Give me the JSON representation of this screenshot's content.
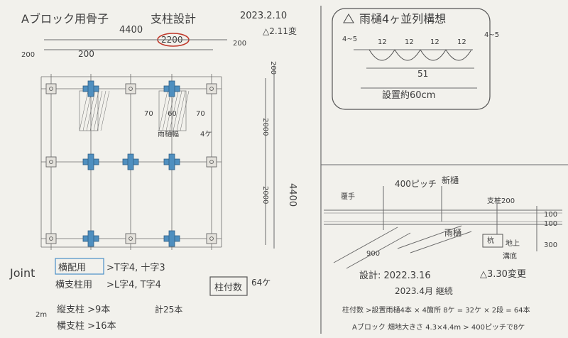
{
  "plan": {
    "title": "Aブロック用骨子",
    "subtitle": "支柱設計",
    "date1": "2023.2.10",
    "date2": "△2.11変",
    "dim_total_width": "4400",
    "dim_right_half": "2200",
    "dim_left_margin": "200",
    "dim_left_bay": "200",
    "dim_right_margin": "200",
    "dim_total_height": "4400",
    "dim_upper_bay": "2000",
    "dim_lower_bay": "2000",
    "dim_side_200": "200",
    "dim_gap_left": "70",
    "dim_gap_center": "60",
    "dim_gap_right": "70",
    "rain_gutter_label": "雨樋幅",
    "rain_gutter_num": "4ケ",
    "post_count_box": "柱付数",
    "post_count_value": "64ケ"
  },
  "joint": {
    "heading": "Joint",
    "line1_label": "横配用",
    "line1_value": ">T字4, 十字3",
    "line2_label": "横支柱用",
    "line2_value": ">L字4, T字4",
    "parts_label": "2m",
    "parts_line1": "縦支柱 >9本",
    "parts_total": "計25本",
    "parts_line2": "横支柱 >16本"
  },
  "gutter": {
    "title": "雨樋4ヶ並列構想",
    "side_left": "4~5",
    "side_right": "4~5",
    "unit_w": [
      "12",
      "12",
      "12",
      "12"
    ],
    "inner_total": "51",
    "outer_total": "設置約60cm"
  },
  "section": {
    "pitch": "400ピッチ",
    "post_label": "新樋",
    "post_left": "覆手",
    "gutter_label": "雨樋",
    "top_label": "支柱200",
    "right_vals": [
      "100",
      "100",
      "300"
    ],
    "pile_label": "杭",
    "ground_label": "地上",
    "ditch_label": "溝底",
    "angle": "900"
  },
  "footer": {
    "design_date": "設計: 2022.3.16",
    "revised": "△3.30変更",
    "month": "2023.4月 継続",
    "formula": "柱付数 >設置雨樋4本 × 4箇所 8ケ = 32ケ × 2段 = 64本",
    "block_note": "Aブロック 畑地大きさ 4.3×4.4m > 400ピッチで8ケ"
  }
}
